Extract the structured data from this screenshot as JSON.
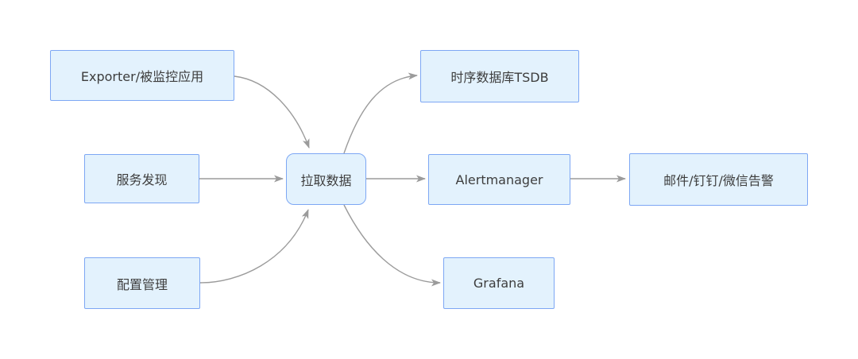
{
  "theme": {
    "background": "#ffffff",
    "node_fill": "#e3f2fd",
    "node_border": "#7da7f4",
    "arrow_color": "#9b9b9b",
    "text_color": "#3d3d3d"
  },
  "diagram": {
    "type": "flowchart",
    "nodes": [
      {
        "id": "exporter",
        "label": "Exporter/被监控应用",
        "shape": "rect"
      },
      {
        "id": "service-discovery",
        "label": "服务发现",
        "shape": "rect"
      },
      {
        "id": "config-management",
        "label": "配置管理",
        "shape": "rect"
      },
      {
        "id": "pull-data",
        "label": "拉取数据",
        "shape": "rounded-rect"
      },
      {
        "id": "tsdb",
        "label": "时序数据库TSDB",
        "shape": "rect"
      },
      {
        "id": "alertmanager",
        "label": "Alertmanager",
        "shape": "rect"
      },
      {
        "id": "grafana",
        "label": "Grafana",
        "shape": "rect"
      },
      {
        "id": "alert-notify",
        "label": "邮件/钉钉/微信告警",
        "shape": "rect"
      }
    ],
    "edges": [
      {
        "from": "exporter",
        "to": "pull-data"
      },
      {
        "from": "service-discovery",
        "to": "pull-data"
      },
      {
        "from": "config-management",
        "to": "pull-data"
      },
      {
        "from": "pull-data",
        "to": "tsdb"
      },
      {
        "from": "pull-data",
        "to": "alertmanager"
      },
      {
        "from": "pull-data",
        "to": "grafana"
      },
      {
        "from": "alertmanager",
        "to": "alert-notify"
      }
    ]
  }
}
